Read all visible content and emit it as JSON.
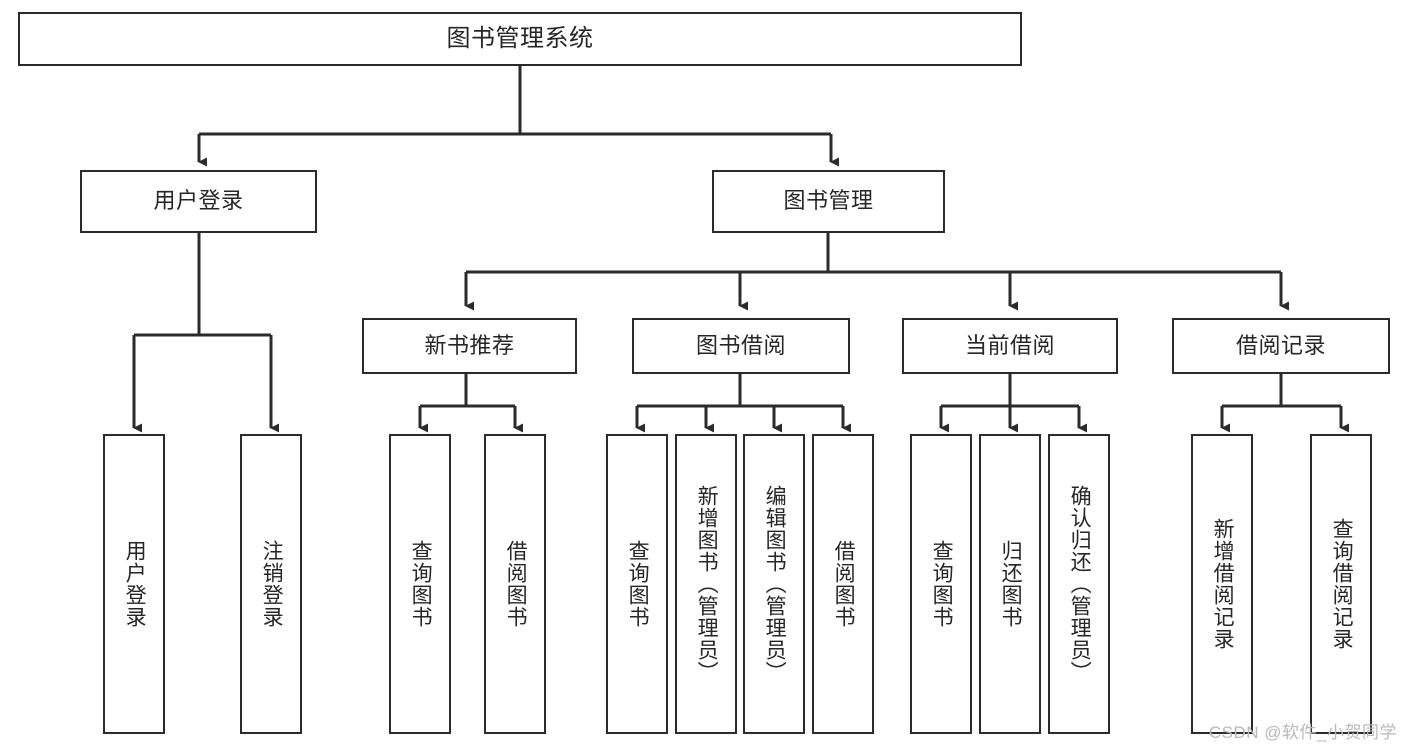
{
  "diagram": {
    "type": "tree",
    "title": "图书管理系统",
    "watermark": "CSDN @软件_小贺同学",
    "colors": {
      "box_border": "#2b2b2b",
      "box_fill": "#ffffff",
      "text": "#262626",
      "edge": "#2b2b2b",
      "watermark": "#b9b9b9"
    },
    "nodes": {
      "root": {
        "label": "图书管理系统"
      },
      "level2": [
        {
          "id": "user-login",
          "label": "用户登录"
        },
        {
          "id": "book-manage",
          "label": "图书管理"
        }
      ],
      "level3": [
        {
          "id": "new-book-recommend",
          "label": "新书推荐"
        },
        {
          "id": "book-borrow",
          "label": "图书借阅"
        },
        {
          "id": "current-borrow",
          "label": "当前借阅"
        },
        {
          "id": "borrow-record",
          "label": "借阅记录"
        }
      ],
      "leaves": {
        "user-login": [
          {
            "id": "leaf-user-login",
            "label": "用户登录"
          },
          {
            "id": "leaf-logout-login",
            "label": "注销登录"
          }
        ],
        "new-book-recommend": [
          {
            "id": "leaf-query-book-1",
            "label": "查询图书"
          },
          {
            "id": "leaf-borrow-book-1",
            "label": "借阅图书"
          }
        ],
        "book-borrow": [
          {
            "id": "leaf-query-book-2",
            "label": "查询图书"
          },
          {
            "id": "leaf-add-book",
            "label": "新增图书（管理员）"
          },
          {
            "id": "leaf-edit-book",
            "label": "编辑图书（管理员）"
          },
          {
            "id": "leaf-borrow-book-2",
            "label": "借阅图书"
          }
        ],
        "current-borrow": [
          {
            "id": "leaf-query-book-3",
            "label": "查询图书"
          },
          {
            "id": "leaf-return-book",
            "label": "归还图书"
          },
          {
            "id": "leaf-confirm-return",
            "label": "确认归还（管理员）"
          }
        ],
        "borrow-record": [
          {
            "id": "leaf-add-record",
            "label": "新增借阅记录"
          },
          {
            "id": "leaf-query-record",
            "label": "查询借阅记录"
          }
        ]
      }
    }
  }
}
